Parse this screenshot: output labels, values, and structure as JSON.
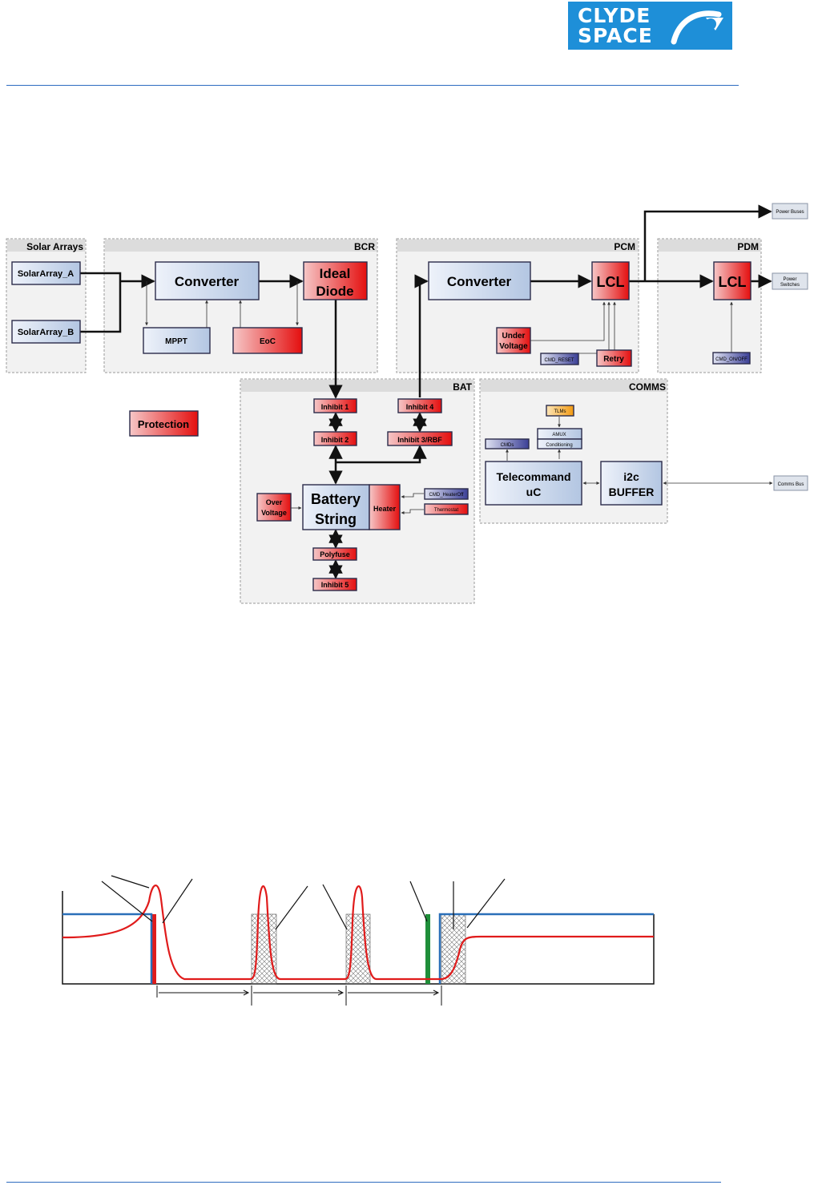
{
  "logo": {
    "line1": "CLYDE",
    "line2": "SPACE"
  },
  "groups": {
    "solar": "Solar Arrays",
    "bcr": "BCR",
    "pcm": "PCM",
    "pdm": "PDM",
    "bat": "BAT",
    "comms": "COMMS"
  },
  "blocks": {
    "solar_a": "SolarArray_A",
    "solar_b": "SolarArray_B",
    "converter_bcr": "Converter",
    "ideal_diode_1": "Ideal",
    "ideal_diode_2": "Diode",
    "mppt": "MPPT",
    "eoc": "EoC",
    "converter_pcm": "Converter",
    "lcl_pcm": "LCL",
    "under_voltage_1": "Under",
    "under_voltage_2": "Voltage",
    "cmd_reset": "CMD_RESET",
    "retry": "Retry",
    "lcl_pdm": "LCL",
    "cmd_onoff": "CMD_ON/OFF",
    "power_buses": "Power Buses",
    "power_switches_1": "Power",
    "power_switches_2": "Switches",
    "protection": "Protection",
    "inhibit1": "Inhibit 1",
    "inhibit2": "Inhibit 2",
    "inhibit4": "Inhibit 4",
    "inhibit3": "Inhibit 3/RBF",
    "battery_1": "Battery",
    "battery_2": "String",
    "heater": "Heater",
    "cmd_heater": "CMD_HeaterOff",
    "thermostat": "Thermostat",
    "over_voltage_1": "Over",
    "over_voltage_2": "Voltage",
    "polyfuse": "Polyfuse",
    "inhibit5": "Inhibit 5",
    "tlms": "TLMs",
    "amux": "AMUX",
    "conditioning": "Conditioning",
    "cmds": "CMDs",
    "telecommand_1": "Telecommand",
    "telecommand_2": "uC",
    "i2c_1": "i2c",
    "i2c_2": "BUFFER",
    "comms_bus": "Comms Bus"
  },
  "colors": {
    "blue_block": "#c9d6ea",
    "red_block": "#e81c1c",
    "brand": "#1e8fd8",
    "signal_blue": "#2a6fb8",
    "signal_red": "#e01b1b",
    "pulse_green": "#1f8f3a"
  }
}
